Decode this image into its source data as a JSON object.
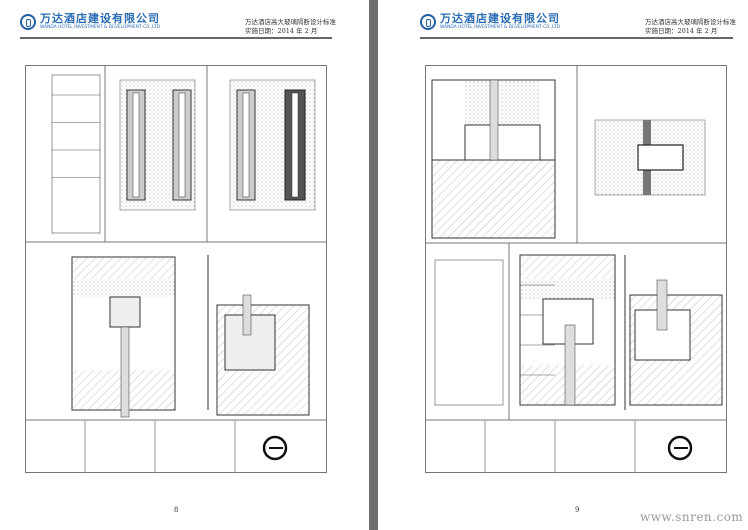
{
  "header": {
    "company_cn": "万达酒店建设有限公司",
    "company_en": "WANDA HOTEL INVESTMENT & DEVELOPMENT CO.,LTD",
    "doc_title": "万达酒店高大玻璃隔断设计标准",
    "doc_date": "实施日期：2014 年 2 月"
  },
  "pages": [
    {
      "number": "8"
    },
    {
      "number": "9"
    }
  ],
  "watermark": "www.snren.com",
  "colors": {
    "brand": "#2a6cb4",
    "gutter": "#6e6e6e"
  }
}
